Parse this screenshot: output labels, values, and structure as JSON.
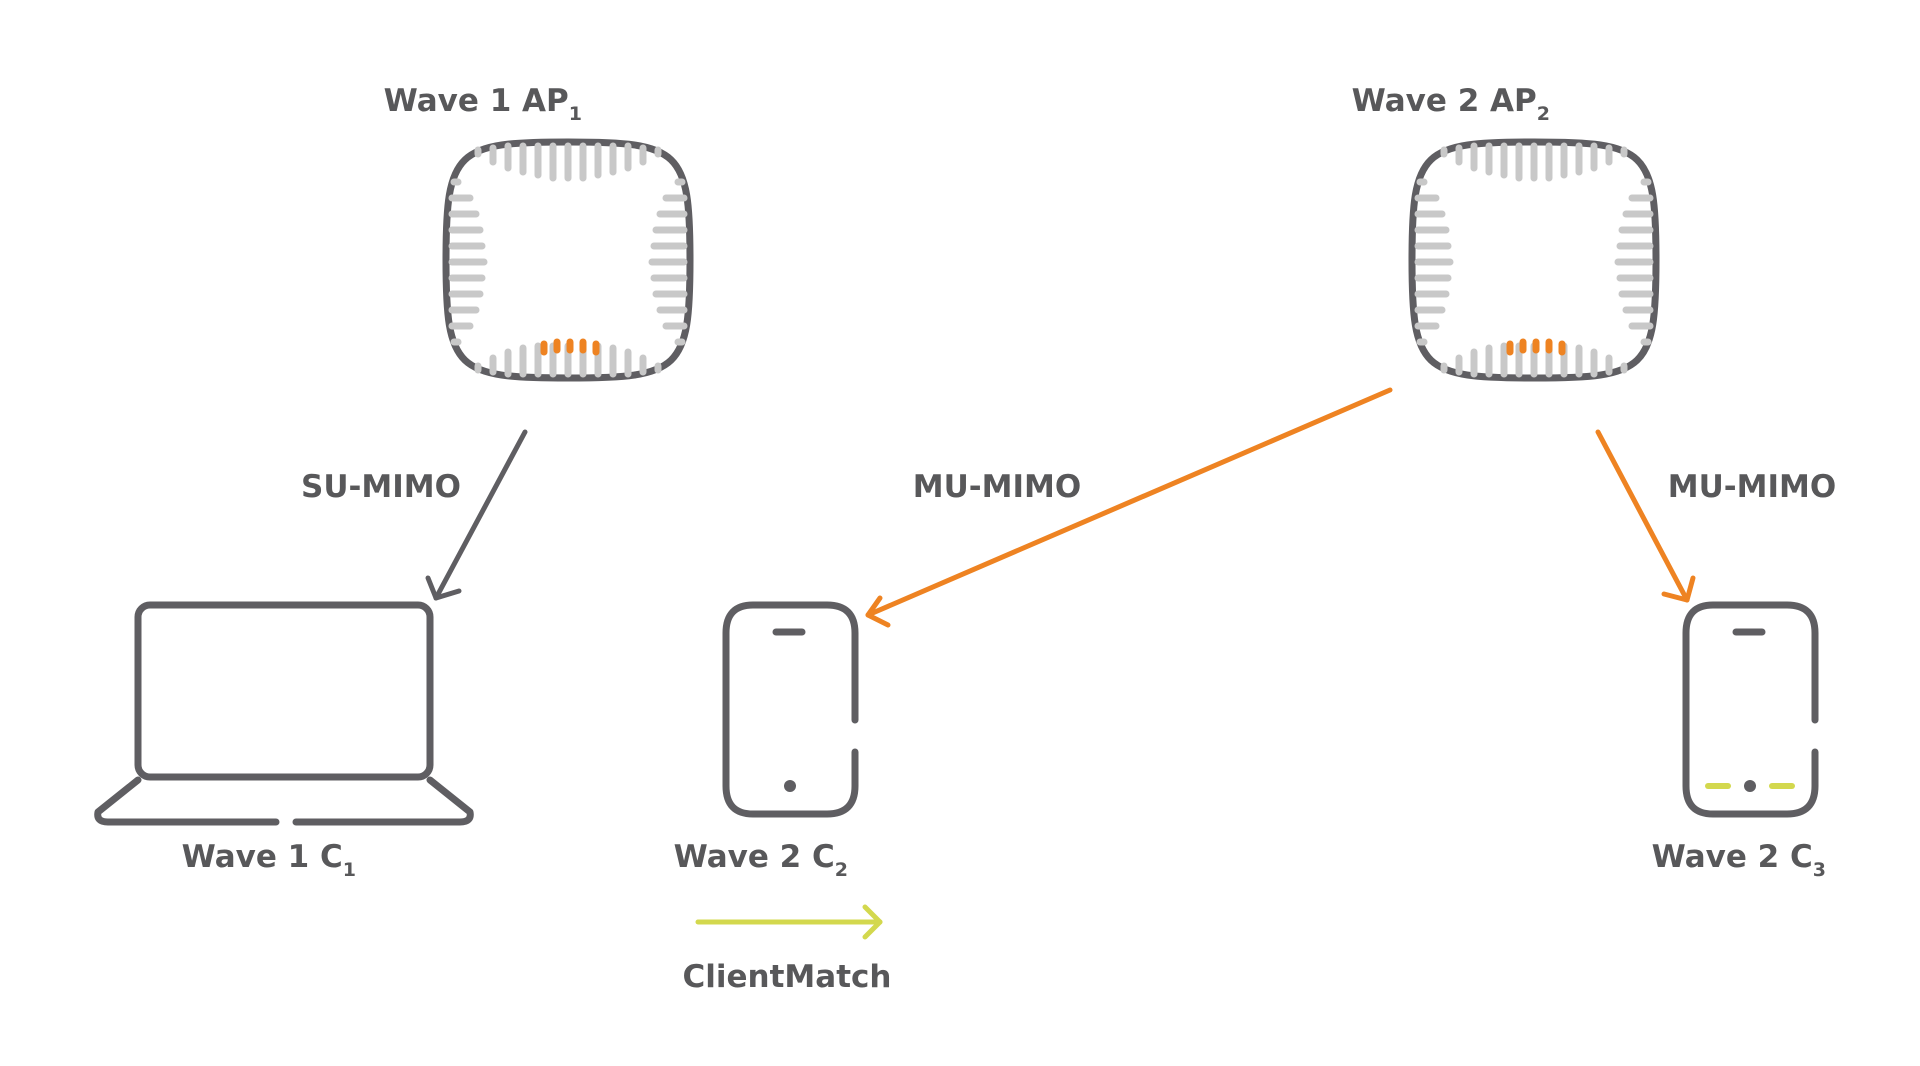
{
  "colors": {
    "stroke": "#5f5e62",
    "grille": "#c8c8c8",
    "orange": "#ee8322",
    "lime": "#d3d84e",
    "text": "#58585a"
  },
  "devices": {
    "ap1": {
      "label": "Wave 1 AP",
      "sub": "1",
      "icon": "access-point-icon"
    },
    "ap2": {
      "label": "Wave 2 AP",
      "sub": "2",
      "icon": "access-point-icon"
    },
    "c1": {
      "label": "Wave 1 C",
      "sub": "1",
      "icon": "laptop-icon"
    },
    "c2": {
      "label": "Wave 2 C",
      "sub": "2",
      "icon": "smartphone-icon"
    },
    "c3": {
      "label": "Wave 2 C",
      "sub": "3",
      "icon": "smartphone-icon"
    }
  },
  "links": {
    "su_mimo": "SU-MIMO",
    "mu_mimo_left": "MU-MIMO",
    "mu_mimo_right": "MU-MIMO",
    "clientmatch": "ClientMatch"
  }
}
